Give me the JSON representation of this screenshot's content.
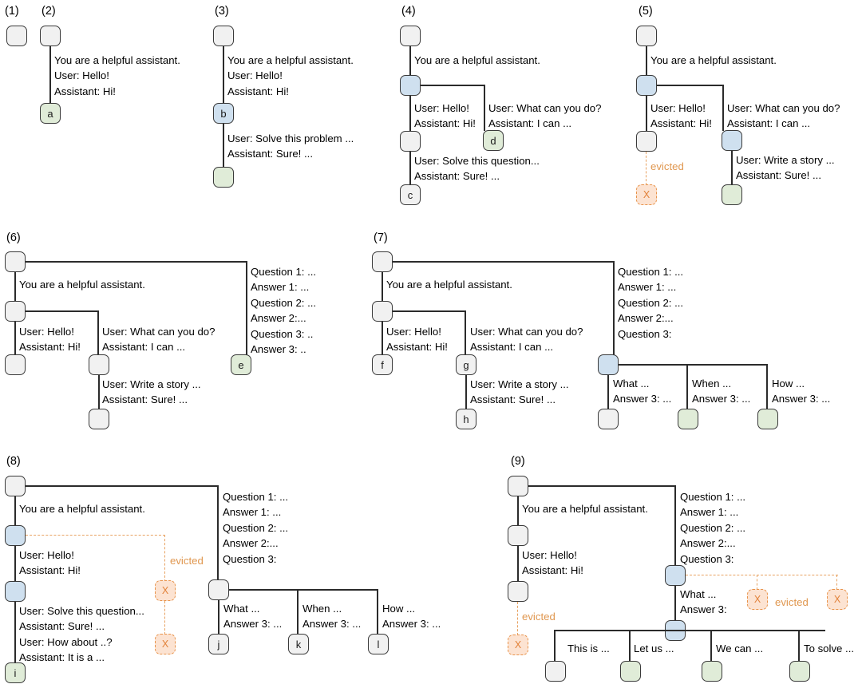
{
  "figure": {
    "type": "diagram",
    "description": "Nine-panel illustration of an LLM KV-cache prefix tree growing and evicting nodes",
    "colors": {
      "node_grey": "#f1f1f1",
      "node_blue": "#cfe0ef",
      "node_green": "#e0ecd8",
      "node_evicted_fill": "#fce3d2",
      "node_evicted_border": "#e8934a",
      "edge": "#2b2b2b",
      "evicted_edge": "#e8a262",
      "evicted_text": "#e0974f",
      "text": "#000000",
      "background": "#ffffff"
    },
    "common_strings": {
      "system_prompt": "You are a helpful assistant.",
      "user_hello": "User: Hello!",
      "assistant_hi": "Assistant: Hi!",
      "user_what_can_you_do": "User: What can you do?",
      "assistant_i_can": "Assistant: I can ...",
      "user_solve_problem": "User: Solve this problem ...",
      "user_solve_question": "User: Solve this question...",
      "assistant_sure": "Assistant: Sure! ...",
      "user_write_story": "User: Write a story ...",
      "user_how_about": "User: How about ..?",
      "assistant_it_is_a": "Assistant: It is a ...",
      "question1": "Question 1: ...",
      "answer1": "Answer 1: ...",
      "question2": "Question 2: ...",
      "answer2": "Answer 2:...",
      "question3_dots": "Question 3: ..",
      "answer3_dots": "Answer 3: ..",
      "question3": "Question 3:",
      "what": "What ...",
      "when": "When ...",
      "how": "How ...",
      "answer3": "Answer 3: ...",
      "answer3_colon": "Answer 3:",
      "this_is": "This is ...",
      "let_us": "Let us ...",
      "we_can": "We can ...",
      "to_solve": "To solve ...",
      "evicted": "evicted",
      "evicted_mark": "X"
    }
  },
  "panels": [
    {
      "id": "p1",
      "label": "(1)",
      "nodes": [
        {
          "name": "root",
          "kind": "grey",
          "text": ""
        }
      ],
      "edge_texts": []
    },
    {
      "id": "p2",
      "label": "(2)",
      "nodes": [
        {
          "name": "root",
          "kind": "grey",
          "text": ""
        },
        {
          "name": "leaf-a",
          "kind": "green",
          "text": "a"
        }
      ],
      "edge_texts": [
        "You are a helpful assistant.",
        "User: Hello!",
        "Assistant: Hi!"
      ]
    },
    {
      "id": "p3",
      "label": "(3)",
      "nodes": [
        {
          "name": "root",
          "kind": "grey",
          "text": ""
        },
        {
          "name": "node-b",
          "kind": "blue",
          "text": "b"
        },
        {
          "name": "leaf",
          "kind": "green",
          "text": ""
        }
      ],
      "edge_texts": [
        "You are a helpful assistant.",
        "User: Hello!",
        "Assistant: Hi!",
        "User: Solve this problem ...",
        "Assistant: Sure! ..."
      ]
    },
    {
      "id": "p4",
      "label": "(4)",
      "nodes": [
        {
          "name": "root",
          "kind": "grey",
          "text": ""
        },
        {
          "name": "branch",
          "kind": "blue",
          "text": ""
        },
        {
          "name": "mid",
          "kind": "grey",
          "text": ""
        },
        {
          "name": "leaf-c",
          "kind": "grey",
          "text": "c"
        },
        {
          "name": "leaf-d",
          "kind": "green",
          "text": "d"
        }
      ],
      "edge_texts": [
        "You are a helpful assistant.",
        "User: Hello!",
        "Assistant: Hi!",
        "User: What can you do?",
        "Assistant: I can ...",
        "User: Solve this question...",
        "Assistant: Sure! ..."
      ]
    },
    {
      "id": "p5",
      "label": "(5)",
      "nodes": [
        {
          "name": "root",
          "kind": "grey",
          "text": ""
        },
        {
          "name": "branch",
          "kind": "blue",
          "text": ""
        },
        {
          "name": "left-leaf",
          "kind": "grey",
          "text": ""
        },
        {
          "name": "evicted-left",
          "kind": "evicted",
          "text": "X"
        },
        {
          "name": "right-mid",
          "kind": "blue",
          "text": ""
        },
        {
          "name": "right-leaf",
          "kind": "green",
          "text": ""
        }
      ],
      "edge_texts": [
        "You are a helpful assistant.",
        "User: Hello!",
        "Assistant: Hi!",
        "User: What can you do?",
        "Assistant: I can ...",
        "User: Write a story ...",
        "Assistant: Sure! ...",
        "evicted"
      ]
    },
    {
      "id": "p6",
      "label": "(6)",
      "nodes": [
        {
          "name": "root",
          "kind": "grey",
          "text": ""
        },
        {
          "name": "branch",
          "kind": "grey",
          "text": ""
        },
        {
          "name": "left-leaf",
          "kind": "grey",
          "text": ""
        },
        {
          "name": "mid",
          "kind": "grey",
          "text": ""
        },
        {
          "name": "mid-leaf",
          "kind": "grey",
          "text": ""
        },
        {
          "name": "leaf-e",
          "kind": "green",
          "text": "e"
        }
      ],
      "edge_texts": [
        "You are a helpful assistant.",
        "User: Hello!",
        "Assistant: Hi!",
        "User: What can you do?",
        "Assistant: I can ...",
        "User: Write a story ...",
        "Assistant: Sure! ...",
        "Question 1: ...",
        "Answer 1: ...",
        "Question 2: ...",
        "Answer 2:...",
        "Question 3: ..",
        "Answer 3: .."
      ]
    },
    {
      "id": "p7",
      "label": "(7)",
      "nodes": [
        {
          "name": "root",
          "kind": "grey",
          "text": ""
        },
        {
          "name": "branch",
          "kind": "grey",
          "text": ""
        },
        {
          "name": "leaf-f",
          "kind": "grey",
          "text": "f"
        },
        {
          "name": "node-g",
          "kind": "grey",
          "text": "g"
        },
        {
          "name": "leaf-h",
          "kind": "grey",
          "text": "h"
        },
        {
          "name": "qa-branch",
          "kind": "blue",
          "text": ""
        },
        {
          "name": "what-leaf",
          "kind": "grey",
          "text": ""
        },
        {
          "name": "when-leaf",
          "kind": "green",
          "text": ""
        },
        {
          "name": "how-leaf",
          "kind": "green",
          "text": ""
        }
      ],
      "edge_texts": [
        "You are a helpful assistant.",
        "User: Hello!",
        "Assistant: Hi!",
        "User: What can you do?",
        "Assistant: I can ...",
        "User: Write a story ...",
        "Assistant: Sure! ...",
        "Question 1: ...",
        "Answer 1: ...",
        "Question 2: ...",
        "Answer 2:...",
        "Question 3:",
        "What ...",
        "Answer 3: ...",
        "When ...",
        "How ..."
      ]
    },
    {
      "id": "p8",
      "label": "(8)",
      "nodes": [
        {
          "name": "root",
          "kind": "grey",
          "text": ""
        },
        {
          "name": "branch",
          "kind": "blue",
          "text": ""
        },
        {
          "name": "mid",
          "kind": "blue",
          "text": ""
        },
        {
          "name": "leaf-i",
          "kind": "green",
          "text": "i"
        },
        {
          "name": "evicted-upper",
          "kind": "evicted",
          "text": "X"
        },
        {
          "name": "evicted-lower",
          "kind": "evicted",
          "text": "X"
        },
        {
          "name": "qa-branch",
          "kind": "grey",
          "text": ""
        },
        {
          "name": "leaf-j",
          "kind": "grey",
          "text": "j"
        },
        {
          "name": "leaf-k",
          "kind": "grey",
          "text": "k"
        },
        {
          "name": "leaf-l",
          "kind": "grey",
          "text": "l"
        }
      ],
      "edge_texts": [
        "You are a helpful assistant.",
        "User: Hello!",
        "Assistant: Hi!",
        "User: Solve this question...",
        "Assistant: Sure! ...",
        "User: How about ..?",
        "Assistant: It is a ...",
        "evicted",
        "Question 1: ...",
        "Answer 1: ...",
        "Question 2: ...",
        "Answer 2:...",
        "Question 3:",
        "What ...",
        "Answer 3: ...",
        "When ...",
        "How ..."
      ]
    },
    {
      "id": "p9",
      "label": "(9)",
      "nodes": [
        {
          "name": "root",
          "kind": "grey",
          "text": ""
        },
        {
          "name": "mid",
          "kind": "grey",
          "text": ""
        },
        {
          "name": "left-leaf",
          "kind": "grey",
          "text": ""
        },
        {
          "name": "evicted-left",
          "kind": "evicted",
          "text": "X"
        },
        {
          "name": "qa-branch",
          "kind": "blue",
          "text": ""
        },
        {
          "name": "answer-branch",
          "kind": "blue",
          "text": ""
        },
        {
          "name": "this-is-leaf",
          "kind": "grey",
          "text": ""
        },
        {
          "name": "let-us-leaf",
          "kind": "green",
          "text": ""
        },
        {
          "name": "we-can-leaf",
          "kind": "green",
          "text": ""
        },
        {
          "name": "to-solve-leaf",
          "kind": "green",
          "text": ""
        },
        {
          "name": "evicted-mid",
          "kind": "evicted",
          "text": "X"
        },
        {
          "name": "evicted-right",
          "kind": "evicted",
          "text": "X"
        }
      ],
      "edge_texts": [
        "You are a helpful assistant.",
        "User: Hello!",
        "Assistant: Hi!",
        "evicted",
        "Question 1: ...",
        "Answer 1: ...",
        "Question 2: ...",
        "Answer 2:...",
        "Question 3:",
        "What ...",
        "Answer 3:",
        "This is ...",
        "Let us ...",
        "We can ...",
        "To solve ..."
      ]
    }
  ],
  "labels": {
    "p1": "(1)",
    "p2": "(2)",
    "p3": "(3)",
    "p4": "(4)",
    "p5": "(5)",
    "p6": "(6)",
    "p7": "(7)",
    "p8": "(8)",
    "p9": "(9)"
  },
  "t": {
    "sys": "You are a helpful assistant.",
    "u_hello": "User: Hello!",
    "a_hi": "Assistant: Hi!",
    "u_what": "User: What can you do?",
    "a_ican": "Assistant: I can ...",
    "u_solve_prob": "User: Solve this problem ...",
    "u_solve_q": "User: Solve this question...",
    "a_sure": "Assistant: Sure! ...",
    "u_story": "User: Write a story ...",
    "u_howabout": "User: How about ..?",
    "a_itisa": "Assistant: It is a ...",
    "q1": "Question 1: ...",
    "a1": "Answer 1: ...",
    "q2": "Question 2: ...",
    "a2": "Answer 2:...",
    "q3d": "Question 3: ..",
    "a3d": "Answer 3: ..",
    "q3": "Question 3:",
    "what": "What ...",
    "when": "When ...",
    "how": "How ...",
    "a3": "Answer 3: ...",
    "a3c": "Answer 3:",
    "thisis": "This is ...",
    "letus": "Let us ...",
    "wecan": "We can ...",
    "tosolve": "To solve ...",
    "evicted": "evicted",
    "x": "X",
    "a": "a",
    "b": "b",
    "c": "c",
    "d": "d",
    "e": "e",
    "f": "f",
    "g": "g",
    "h": "h",
    "i": "i",
    "j": "j",
    "k": "k",
    "l": "l"
  }
}
